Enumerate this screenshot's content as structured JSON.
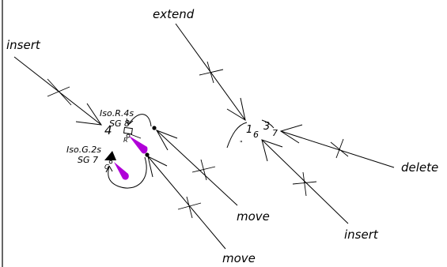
{
  "commands": {
    "insert_top": "insert",
    "extend": "extend",
    "delete": "delete",
    "insert_bottom": "insert",
    "move_upper": "move",
    "move_lower": "move"
  },
  "signals": {
    "red_signal_text": "Iso.R.4s",
    "red_signal_group": "SG 8",
    "red_signal_letter": "R",
    "green_signal_text": "Iso.G.2s",
    "green_signal_group": "SG 7",
    "green_signal_letter": "G"
  },
  "numbers": {
    "left_number": "4",
    "node_1": "1",
    "node_6": "6",
    "node_3": "3",
    "node_7": "7",
    "quote_mark": "\""
  },
  "colors": {
    "ink": "#000000",
    "light_sector": "#b000d8"
  }
}
